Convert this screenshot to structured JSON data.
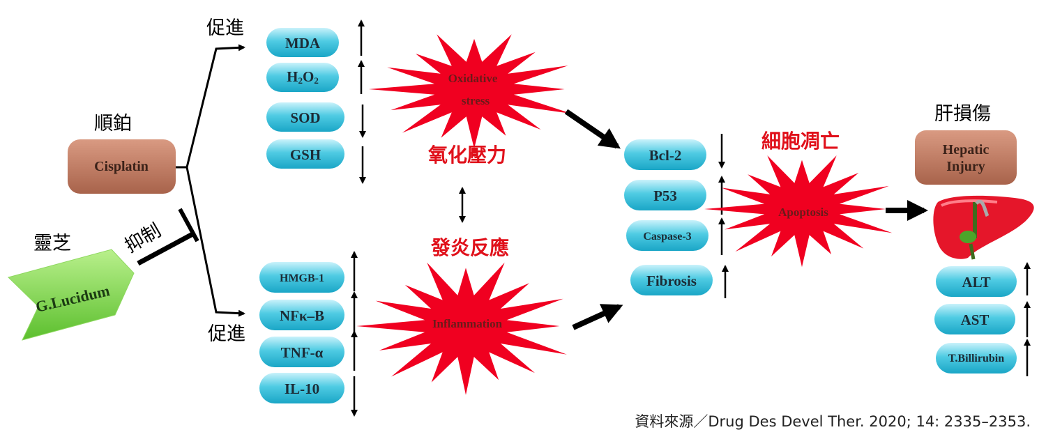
{
  "labels": {
    "promote_top": "促進",
    "promote_bottom": "促進",
    "cisplatin_zh": "順鉑",
    "lingzhi_zh": "靈芝",
    "inhibit": "抑制",
    "oxidative_zh": "氧化壓力",
    "inflammation_zh": "發炎反應",
    "apoptosis_zh": "細胞凋亡",
    "liver_injury_zh": "肝損傷"
  },
  "nodes": {
    "cisplatin": "Cisplatin",
    "g_lucidum": "G.Lucidum",
    "hepatic_line1": "Hepatic",
    "hepatic_line2": "Injury",
    "oxidative_line1": "Oxidative",
    "oxidative_line2": "stress",
    "inflammation": "Inflammation",
    "apoptosis": "Apoptosis"
  },
  "oxidative_markers": [
    {
      "name": "MDA",
      "direction": "up"
    },
    {
      "name": "H2O2",
      "sub_h": "H",
      "sub_2a": "2",
      "sub_o": "O",
      "sub_2b": "2",
      "direction": "up"
    },
    {
      "name": "SOD",
      "direction": "down"
    },
    {
      "name": "GSH",
      "direction": "down"
    }
  ],
  "inflammation_markers": [
    {
      "name": "HMGB-1",
      "direction": "up"
    },
    {
      "name": "NFκ–B",
      "direction": "up"
    },
    {
      "name": "TNF-α",
      "direction": "up"
    },
    {
      "name": "IL-10",
      "direction": "down"
    }
  ],
  "apoptosis_markers": [
    {
      "name": "Bcl-2",
      "direction": "down"
    },
    {
      "name": "P53",
      "direction": "up"
    },
    {
      "name": "Caspase-3",
      "direction": "up"
    },
    {
      "name": "Fibrosis",
      "direction": "up"
    }
  ],
  "liver_markers": [
    {
      "name": "ALT",
      "direction": "up"
    },
    {
      "name": "AST",
      "direction": "up"
    },
    {
      "name": "T.Billirubin",
      "direction": "up"
    }
  ],
  "source": "資料來源／Drug Des Devel Ther. 2020; 14: 2335–2353.",
  "colors": {
    "pill_fill": "#3fc3dd",
    "pill_light": "#bdeef8",
    "star_red": "#f00020",
    "brown": "#b8735a",
    "green": "#7cd14a",
    "label_red": "#e0101a"
  },
  "icons": {
    "liver": "liver-icon"
  }
}
